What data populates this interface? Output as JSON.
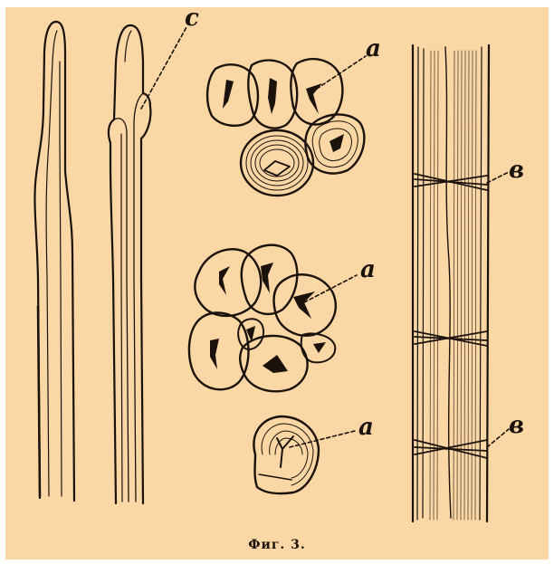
{
  "labels": {
    "c": "c",
    "a1": "a",
    "a2": "a",
    "a3": "a",
    "v1": "в",
    "v2": "в"
  },
  "caption": "Фиг. 3.",
  "colors": {
    "background": "#fad7a4",
    "ink": "#1b120c"
  }
}
